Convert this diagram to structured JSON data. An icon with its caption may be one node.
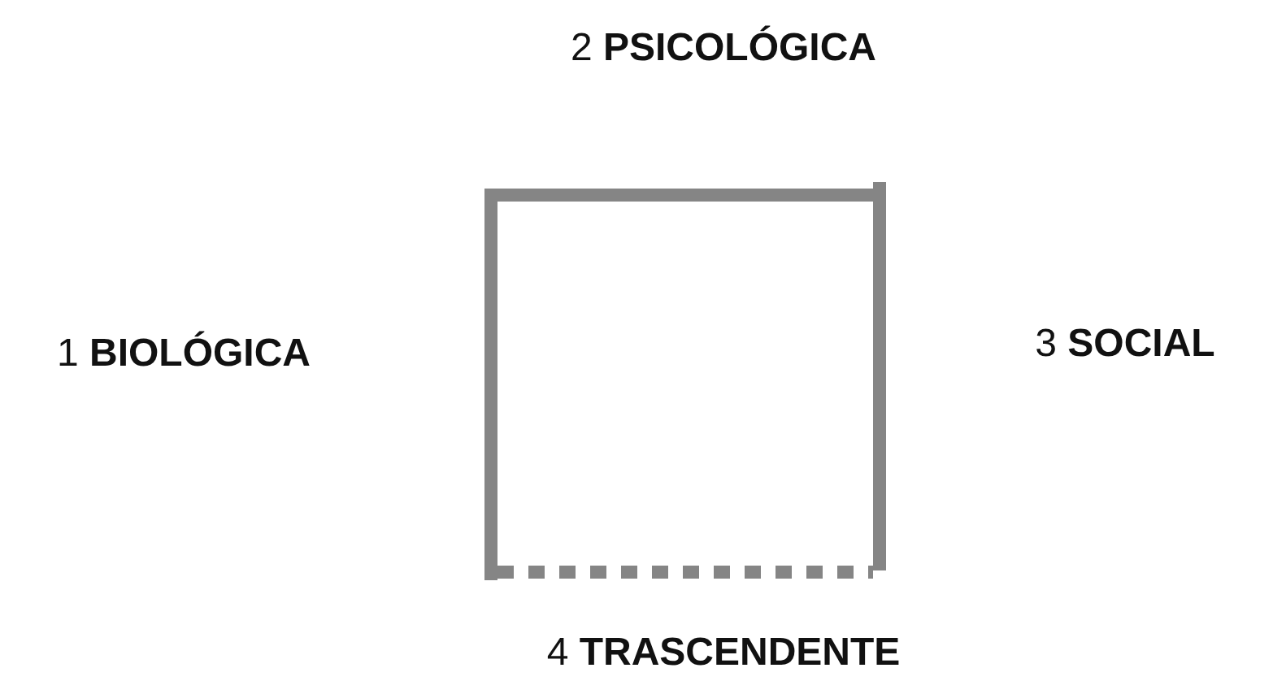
{
  "diagram": {
    "labels": [
      "2 **PSICOLÓGICA**",
      "1 **BIOLÓGICA**",
      "3 **SOCIAL**",
      "4 **TRASCENDENTE**"
    ]
  }
}
